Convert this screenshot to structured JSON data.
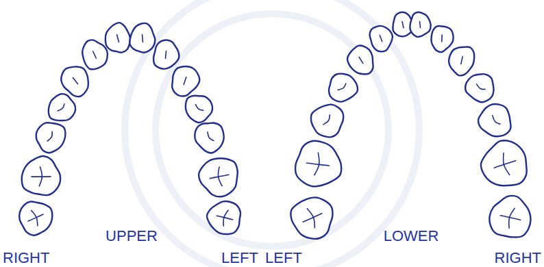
{
  "diagram": {
    "labels": [
      "RIGHT",
      "UPPER",
      "LEFT",
      "LEFT",
      "LOWER",
      "RIGHT"
    ]
  }
}
